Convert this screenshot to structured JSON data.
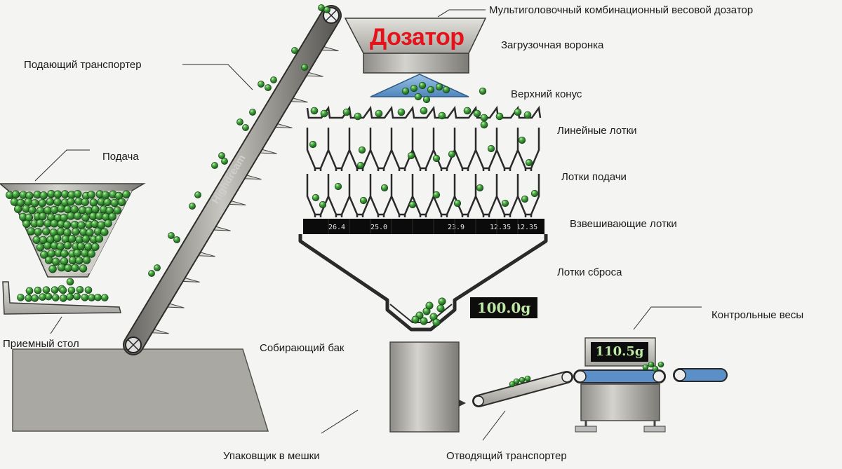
{
  "header": {
    "dosator": "Дозатор"
  },
  "labels": {
    "multihead": "Мультиголовочный комбинационный весовой дозатор",
    "hopper": "Загрузочная воронка",
    "top_cone": "Верхний конус",
    "linear_trays": "Линейные лотки",
    "feed_trays": "Лотки подачи",
    "weigh_trays": "Взвешивающие лотки",
    "discharge_trays": "Лотки сброса",
    "infeed_conveyor": "Подающий транспортер",
    "feed": "Подача",
    "receiving_table": "Приемный стол",
    "collecting_tank": "Собирающий бак",
    "checkweigher": "Контрольные весы",
    "bagger": "Упаковщик в мешки",
    "outfeed_conveyor": "Отводящий транспортер"
  },
  "conveyor_brand": "Highdream",
  "weigh_readings": [
    "26.4",
    "25.0",
    "23.9",
    "12.35",
    "12.35"
  ],
  "displays": {
    "combined_weight": "100.0g",
    "check_weight": "110.5g"
  },
  "colors": {
    "accent_red": "#e6121b",
    "ball_green": "#2e8b2a",
    "metal_gray": "#b5b5b0",
    "belt_blue": "#5b8fc7",
    "cone_blue": "#6b9fcf"
  }
}
